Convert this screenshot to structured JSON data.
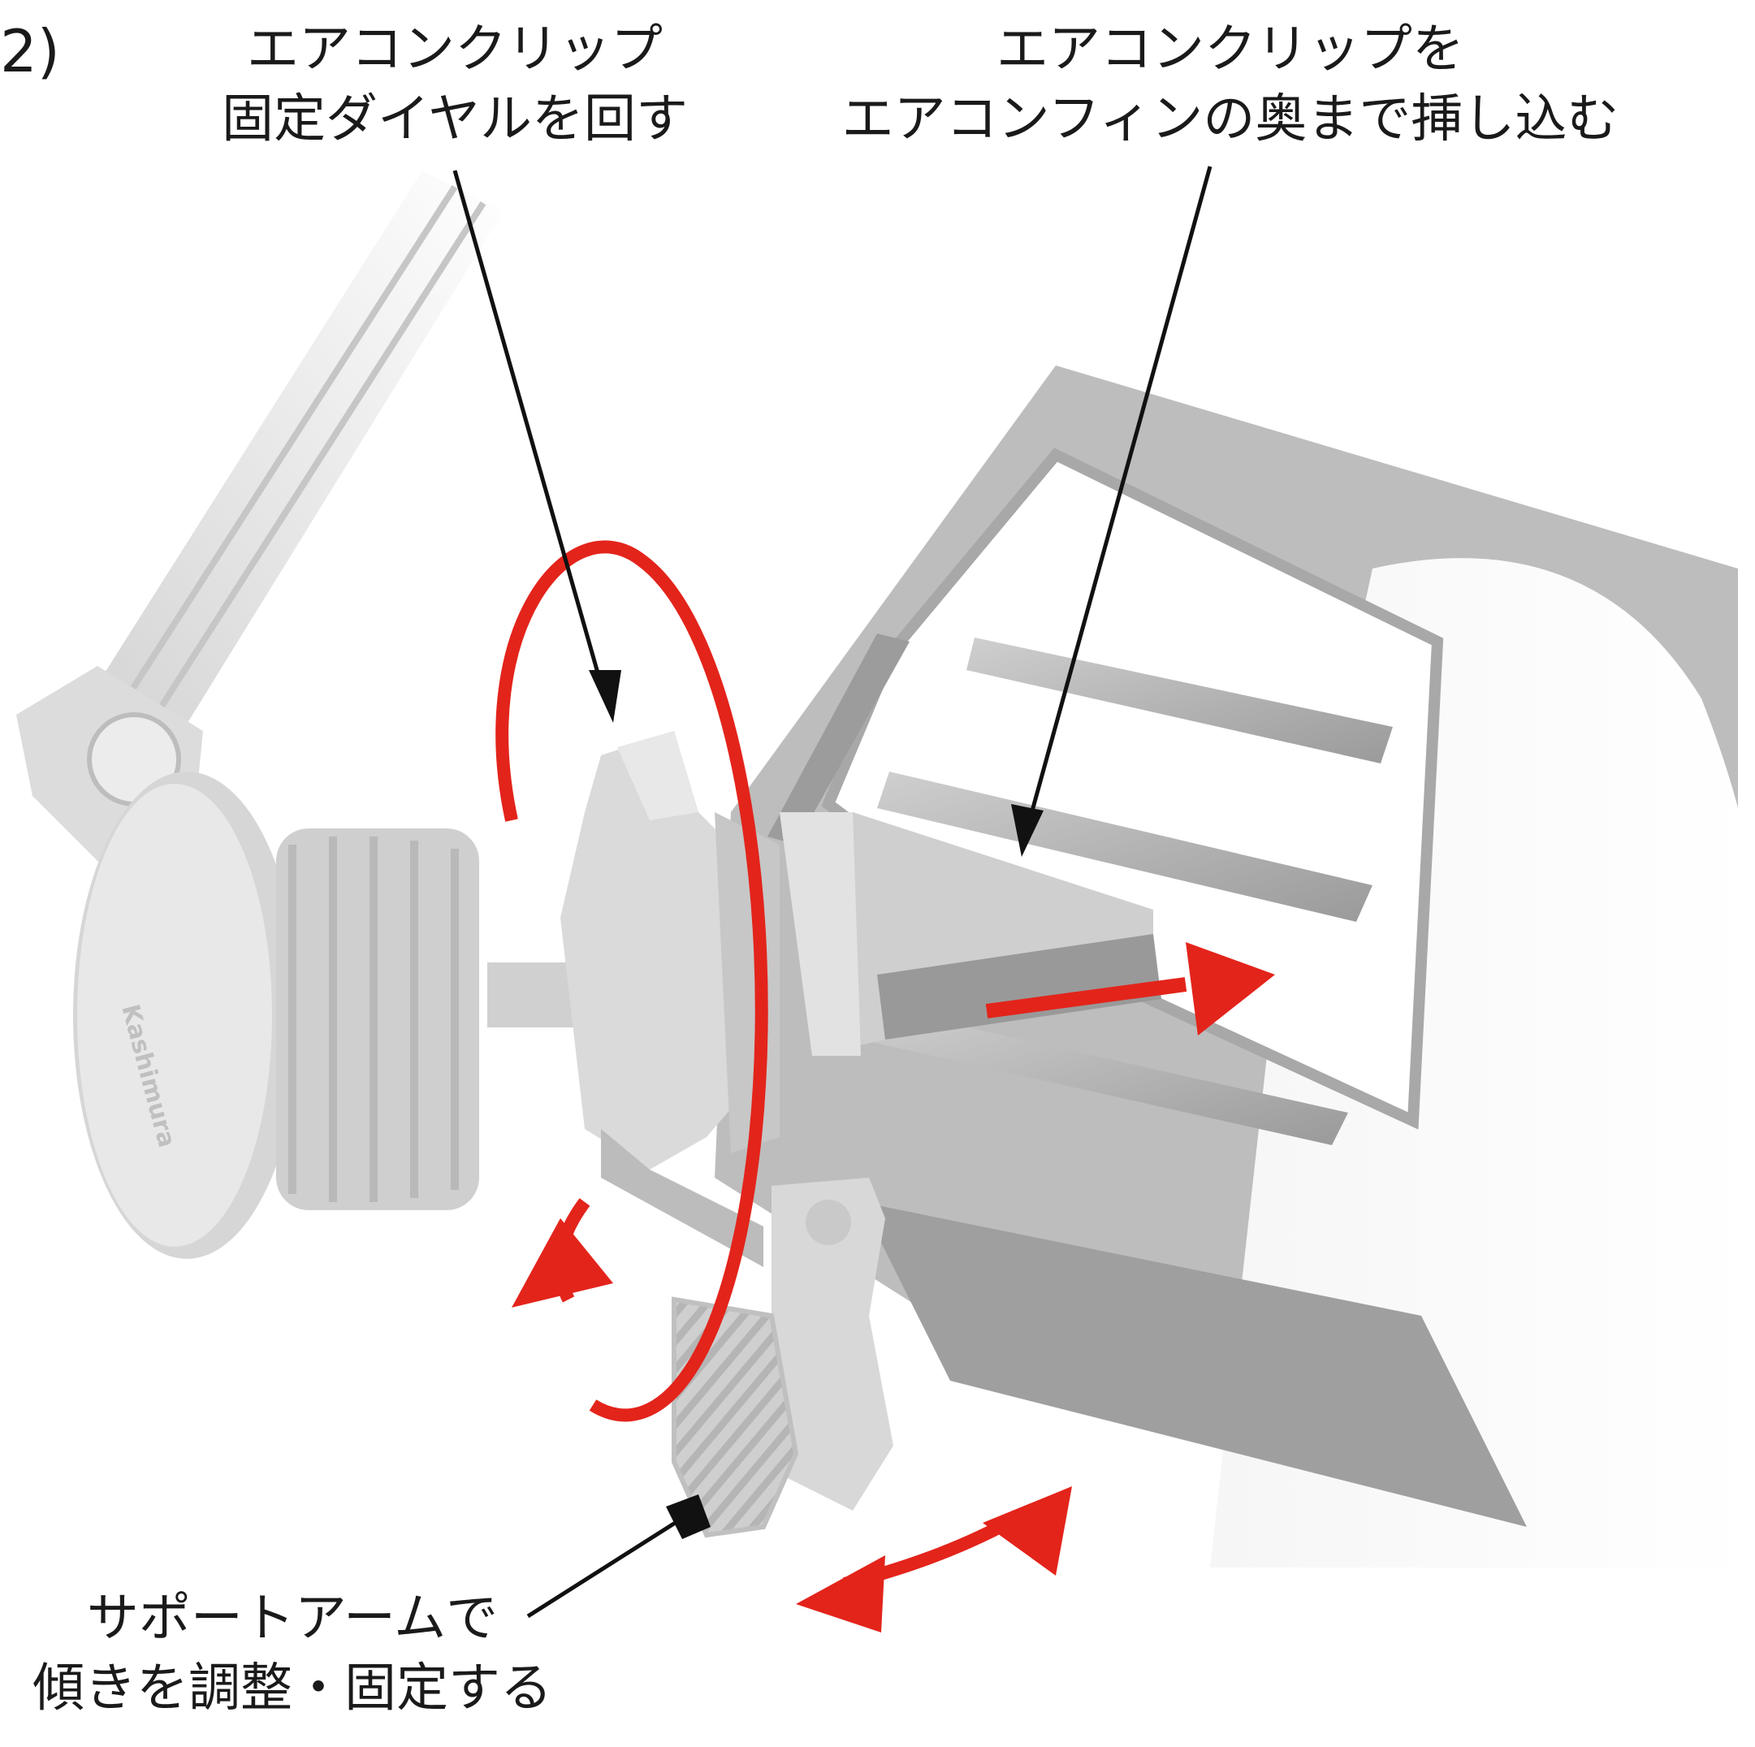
{
  "step_number": "2)",
  "callouts": {
    "dial": {
      "line1": "エアコンクリップ",
      "line2": "固定ダイヤルを回す"
    },
    "insert": {
      "line1": "エアコンクリップを",
      "line2": "エアコンフィンの奥まで挿し込む"
    },
    "support": {
      "line1": "サポートアームで",
      "line2": "傾きを調整・固定する"
    }
  },
  "product_logo": "Kashimura",
  "colors": {
    "arrow_red": "#e3241b",
    "leader_black": "#111111",
    "body_gray": "#d9d9d9",
    "vent_gray": "#a9a9a9"
  }
}
